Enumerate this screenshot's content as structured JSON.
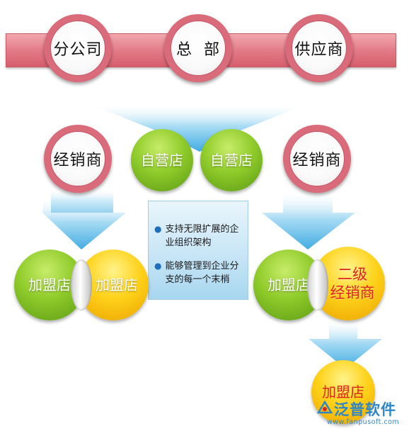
{
  "top_row": {
    "left": "分公司",
    "center": "总  部",
    "right": "供应商"
  },
  "middle_row": {
    "left_dealer": "经销商",
    "self_store_1": "自营店",
    "self_store_2": "自营店",
    "right_dealer": "经销商"
  },
  "bottom_left": {
    "franchise_green": "加盟店",
    "franchise_yellow": "加盟店"
  },
  "bottom_right": {
    "franchise_green": "加盟店",
    "sub_dealer_line1": "二级",
    "sub_dealer_line2": "经销商"
  },
  "last_store": "加盟店",
  "info": {
    "bullet": "●",
    "item1": "支持无限扩展的企业组织架构",
    "item2": "能够管理到企业分支的每一个末梢"
  },
  "brand": {
    "name": "泛普软件",
    "url": "www.fanpusoft.com"
  },
  "colors": {
    "ring": "#d96b7a",
    "bar": "#e27884",
    "arrow": "#4db3e6",
    "green": "#8fcb2a",
    "yellow": "#ffd21a",
    "subdealer_text": "#e0241c",
    "brand": "#2d86c8"
  }
}
